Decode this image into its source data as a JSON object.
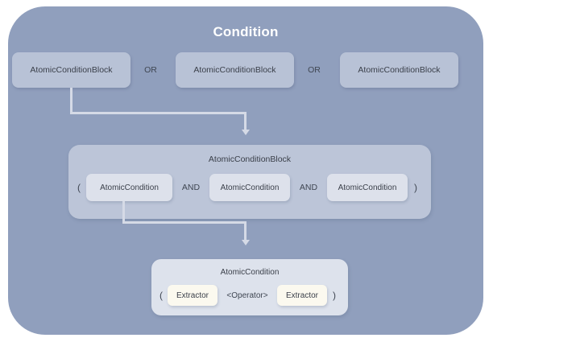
{
  "diagram": {
    "type": "hierarchical-decomposition",
    "title": "Condition",
    "levels": [
      {
        "name": "condition-level",
        "label": "Condition",
        "items": [
          "AtomicConditionBlock",
          "AtomicConditionBlock",
          "AtomicConditionBlock"
        ],
        "operators": [
          "OR",
          "OR"
        ]
      },
      {
        "name": "atomic-condition-block-level",
        "label": "AtomicConditionBlock",
        "open_paren": "(",
        "close_paren": ")",
        "items": [
          "AtomicCondition",
          "AtomicCondition",
          "AtomicCondition"
        ],
        "operators": [
          "AND",
          "AND"
        ]
      },
      {
        "name": "atomic-condition-level",
        "label": "AtomicCondition",
        "open_paren": "(",
        "close_paren": ")",
        "items": [
          "Extractor",
          "Extractor"
        ],
        "operators": [
          "<Operator>"
        ]
      }
    ]
  },
  "colors": {
    "container_bg": "#909fbd",
    "title_text": "#ffffff",
    "level1_box": "#b8c2d6",
    "level2_panel": "#bcc5d8",
    "level2_box": "#dde1eb",
    "level3_panel": "#dde2ec",
    "level3_box": "#fbf9ef",
    "connector": "#d5dae6",
    "text": "#3a3f49"
  }
}
